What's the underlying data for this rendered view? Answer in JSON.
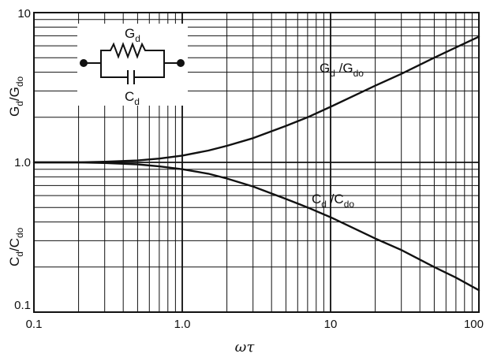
{
  "chart_data": {
    "type": "line",
    "xscale": "log",
    "yscale": "log",
    "xlim": [
      0.1,
      100
    ],
    "ylim": [
      0.1,
      10
    ],
    "grid": true,
    "xlabel": "ωτ",
    "ylabel_upper": {
      "main": "G",
      "sub1": "d",
      "mid": "/G",
      "sub2": "do"
    },
    "ylabel_lower": {
      "main": "C",
      "sub1": "d",
      "mid": "/C",
      "sub2": "do"
    },
    "xticks": [
      {
        "value": 0.1,
        "label": "0.1"
      },
      {
        "value": 1,
        "label": "1.0"
      },
      {
        "value": 10,
        "label": "10"
      },
      {
        "value": 100,
        "label": "100"
      }
    ],
    "yticks": [
      {
        "value": 0.1,
        "label": "0.1"
      },
      {
        "value": 1,
        "label": "1.0"
      },
      {
        "value": 10,
        "label": "10"
      }
    ],
    "series": [
      {
        "name_parts": {
          "main": "G",
          "sub1": "d",
          "mid": " /G",
          "sub2": "do"
        },
        "x": [
          0.1,
          0.2,
          0.3,
          0.5,
          0.7,
          1.0,
          1.5,
          2,
          3,
          5,
          7,
          10,
          20,
          30,
          50,
          70,
          100
        ],
        "y": [
          1.0,
          1.0,
          1.01,
          1.03,
          1.06,
          1.11,
          1.2,
          1.29,
          1.45,
          1.75,
          2.0,
          2.35,
          3.25,
          3.9,
          5.0,
          5.85,
          6.9
        ]
      },
      {
        "name_parts": {
          "main": "C",
          "sub1": "d",
          "mid": " /C",
          "sub2": "do"
        },
        "x": [
          0.1,
          0.2,
          0.3,
          0.5,
          0.7,
          1.0,
          1.5,
          2,
          3,
          5,
          7,
          10,
          20,
          30,
          50,
          70,
          100
        ],
        "y": [
          1.0,
          1.0,
          0.99,
          0.97,
          0.94,
          0.9,
          0.84,
          0.78,
          0.69,
          0.57,
          0.5,
          0.43,
          0.31,
          0.26,
          0.2,
          0.17,
          0.14
        ]
      }
    ],
    "inset": {
      "label_top": {
        "main": "G",
        "sub": "d"
      },
      "label_bottom": {
        "main": "C",
        "sub": "d"
      }
    }
  }
}
